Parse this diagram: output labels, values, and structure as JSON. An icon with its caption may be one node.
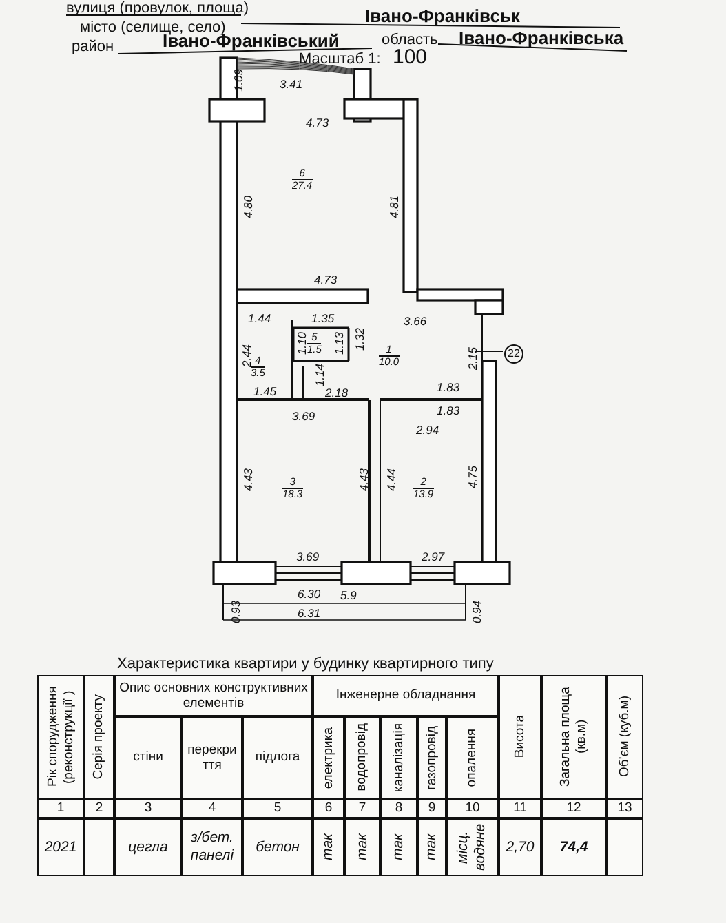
{
  "diagram": {
    "title": "Характеристика квартири у будинку квартирного типу",
    "nodes": [
      {
        "text": [
          "6",
          "27.4"
        ]
      },
      {
        "text": [
          "4",
          "3.5"
        ]
      },
      {
        "text": [
          "5",
          "1.5"
        ]
      },
      {
        "text": [
          "1",
          "10.0"
        ]
      },
      {
        "text": [
          "3",
          "18.3"
        ]
      },
      {
        "text": [
          "2",
          "13.9"
        ]
      }
    ],
    "labels": [
      "вулиця (провулок, площа)",
      "Івано-Франківськ",
      "місто (селище, село)",
      "район",
      "Івано-Франківський",
      "область",
      "Івано-Франківська",
      "Масштаб 1:",
      "100",
      "1.09",
      "3.41",
      "4.73",
      "4.80",
      "4.81",
      "4.73",
      "1.44",
      "1.35",
      "1.10",
      "1.13",
      "1.32",
      "3.66",
      "22",
      "2.44",
      "2.15",
      "1.14",
      "1.45",
      "2.18",
      "1.83",
      "1.83",
      "3.69",
      "2.94",
      "4.43",
      "4.43",
      "4.44",
      "4.75",
      "3.69",
      "2.97",
      "6.30",
      "5.9",
      "0.93",
      "0.94",
      "6.31",
      "Рік спорудження (реконструкції )",
      "Серія проекту",
      "Опис основних конструктивних елементів",
      "Інженерне обладнання",
      "Висота",
      "Загальна площа (кв.м)",
      "Об’єм (куб.м)",
      "стіни",
      "перекри ття",
      "підлога",
      "електрика",
      "водопровід",
      "каналізація",
      "газопровід",
      "опалення",
      "1",
      "2",
      "3",
      "4",
      "5",
      "6",
      "7",
      "8",
      "9",
      "10",
      "11",
      "12",
      "13",
      "2021",
      "цегла",
      "з/бет. панелі",
      "бетон",
      "так",
      "так",
      "так",
      "так",
      "місц. водяне",
      "2,70",
      "74,4"
    ]
  }
}
